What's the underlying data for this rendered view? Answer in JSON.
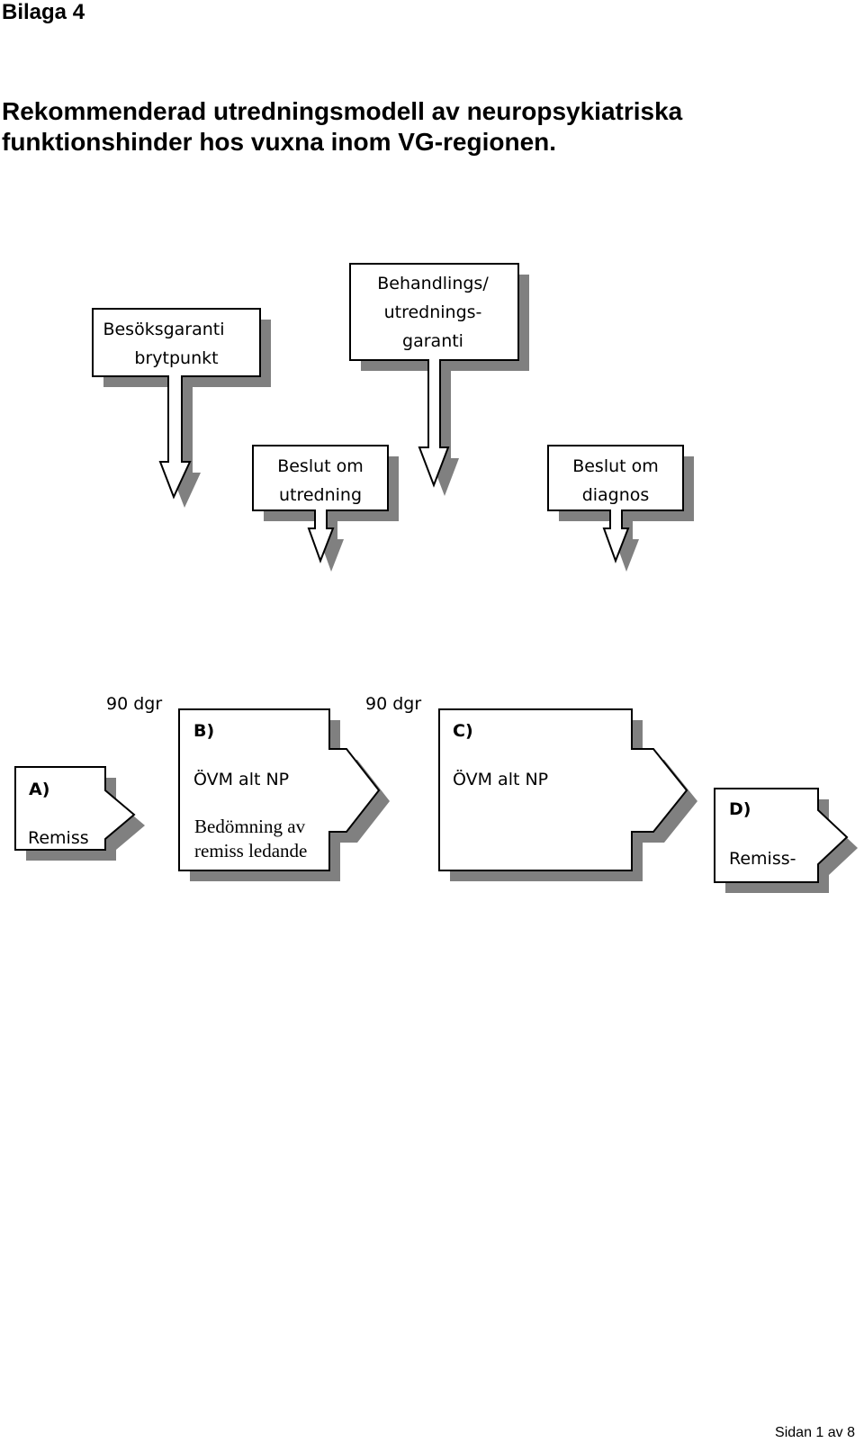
{
  "header": {
    "label": "Bilaga 4"
  },
  "title": {
    "line1": "Rekommenderad utredningsmodell av neuropsykiatriska",
    "line2": "funktionshinder hos vuxna inom VG-regionen."
  },
  "milestones": {
    "besok": {
      "line1": "Besöksgaranti",
      "line2": "brytpunkt"
    },
    "behandling": {
      "line1": "Behandlings/",
      "line2": "utrednings-",
      "line3": "garanti"
    },
    "beslut_utredning": {
      "line1": "Beslut om",
      "line2": "utredning"
    },
    "beslut_diagnos": {
      "line1": "Beslut om",
      "line2": "diagnos"
    }
  },
  "durations": {
    "first": "90 dgr",
    "second": "90 dgr"
  },
  "stages": {
    "a": {
      "letter": "A)",
      "text": "Remiss"
    },
    "b": {
      "letter": "B)",
      "text": "ÖVM alt NP",
      "text2": "Bedömning av",
      "text3": "remiss ledande"
    },
    "c": {
      "letter": "C)",
      "text": "ÖVM alt NP"
    },
    "d": {
      "letter": "D)",
      "text": "Remiss-"
    }
  },
  "footer": {
    "page": "Sidan 1 av 8"
  },
  "colors": {
    "shadow": "#808080",
    "stroke": "#000000",
    "fill": "#ffffff"
  }
}
